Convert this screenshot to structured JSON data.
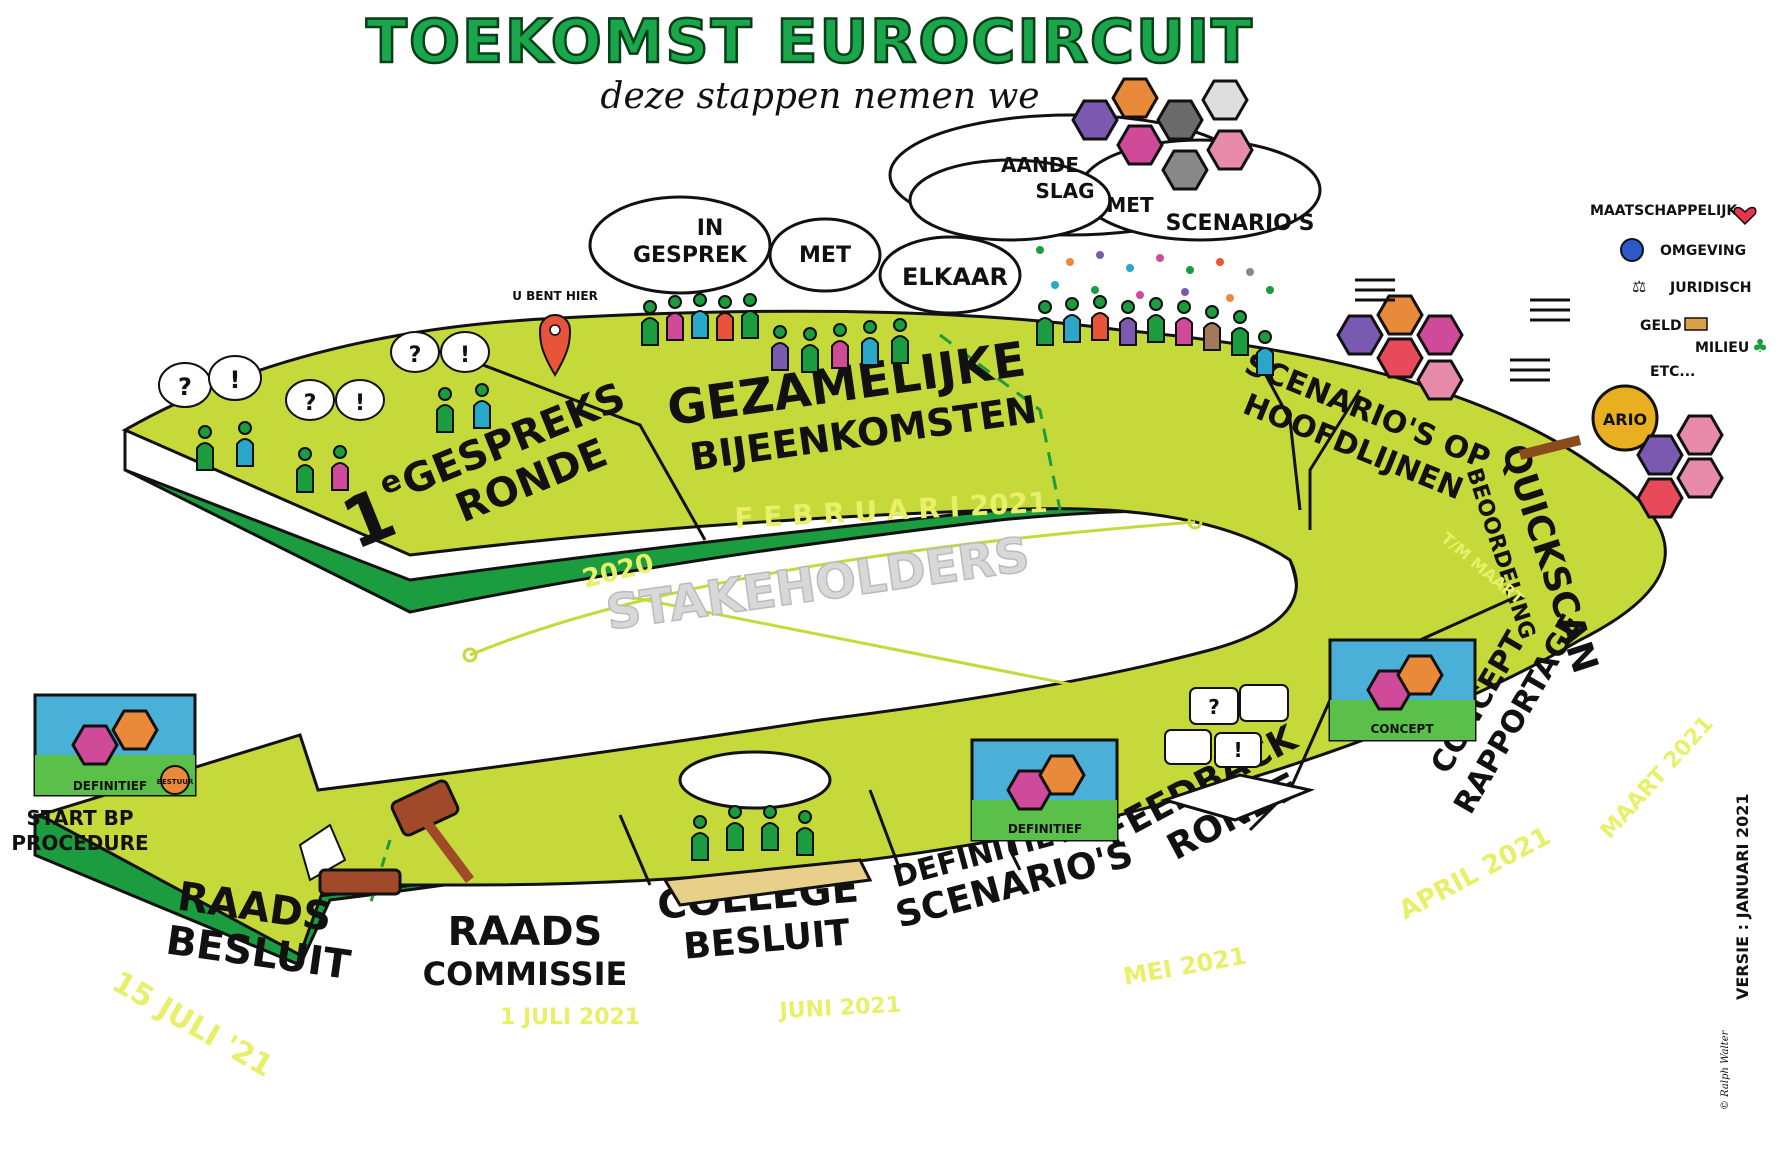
{
  "header": {
    "title": "TOEKOMST EUROCIRCUIT",
    "subtitle": "deze stappen nemen we"
  },
  "colors": {
    "road_top": "#c5d93a",
    "road_side": "#1b9c3f",
    "road_outline": "#111111",
    "title_green": "#1aa64a",
    "date_text": "#e8f06a"
  },
  "you_are_here": "U BENT HIER",
  "steps": {
    "gespreksronde": {
      "sup": "e",
      "line1": "GESPREKS",
      "line2": "RONDE",
      "num": "1"
    },
    "bijeenkomsten": {
      "line1": "GEZAMELIJKE",
      "line2": "BIJEENKOMSTEN"
    },
    "scenarios_hoofdlijnen": {
      "line1": "SCENARIO'S OP",
      "line2": "HOOFDLIJNEN"
    },
    "quickscan": {
      "line1": "QUICKSCAN",
      "line2": "BEOORDELING"
    },
    "concept": {
      "line1": "CONCEPT",
      "line2": "RAPPORTAGE"
    },
    "feedback": {
      "line1": "FEEDBACK",
      "line2": "RONDE"
    },
    "definitieve": {
      "line1": "DEFINITIEVE",
      "line2": "SCENARIO'S"
    },
    "college": {
      "line1": "COLLEGE",
      "line2": "BESLUIT"
    },
    "raadscommissie": {
      "line1": "RAADS",
      "line2": "COMMISSIE"
    },
    "raadsbesluit": {
      "line1": "RAADS",
      "line2": "BESLUIT"
    }
  },
  "dates": {
    "d2020": "2020",
    "februari": "F E B R U A R I 2021",
    "tm_maart": "T/M MAART",
    "maart": "MAART 2021",
    "april": "APRIL 2021",
    "mei": "MEI 2021",
    "juni": "JUNI 2021",
    "juli1": "1 JULI 2021",
    "juli15": "15 JULI '21"
  },
  "stakeholders": "STAKEHOLDERS",
  "bubbles": {
    "in": "IN",
    "gesprek": "GESPREK",
    "met": "MET",
    "elkaar": "ELKAAR",
    "q": "?",
    "ex": "!"
  },
  "cloud": {
    "aande": "AANDE",
    "slag": "SLAG",
    "met": "MET",
    "scenarios": "SCENARIO'S"
  },
  "criteria": [
    "MAATSCHAPPELIJK",
    "OMGEVING",
    "JURIDISCH",
    "GELD",
    "MILIEU",
    "ETC..."
  ],
  "books": {
    "definitief": "DEFINITIEF",
    "concept": "CONCEPT",
    "definitief_start": "DEFINITIEF",
    "seal": "BESTUUR"
  },
  "magnifier_label": "ARIO",
  "start_bp": {
    "line1": "START BP",
    "line2": "PROCEDURE"
  },
  "version": "VERSIE : JANUARI 2021",
  "credit": "© Ralph Walter"
}
